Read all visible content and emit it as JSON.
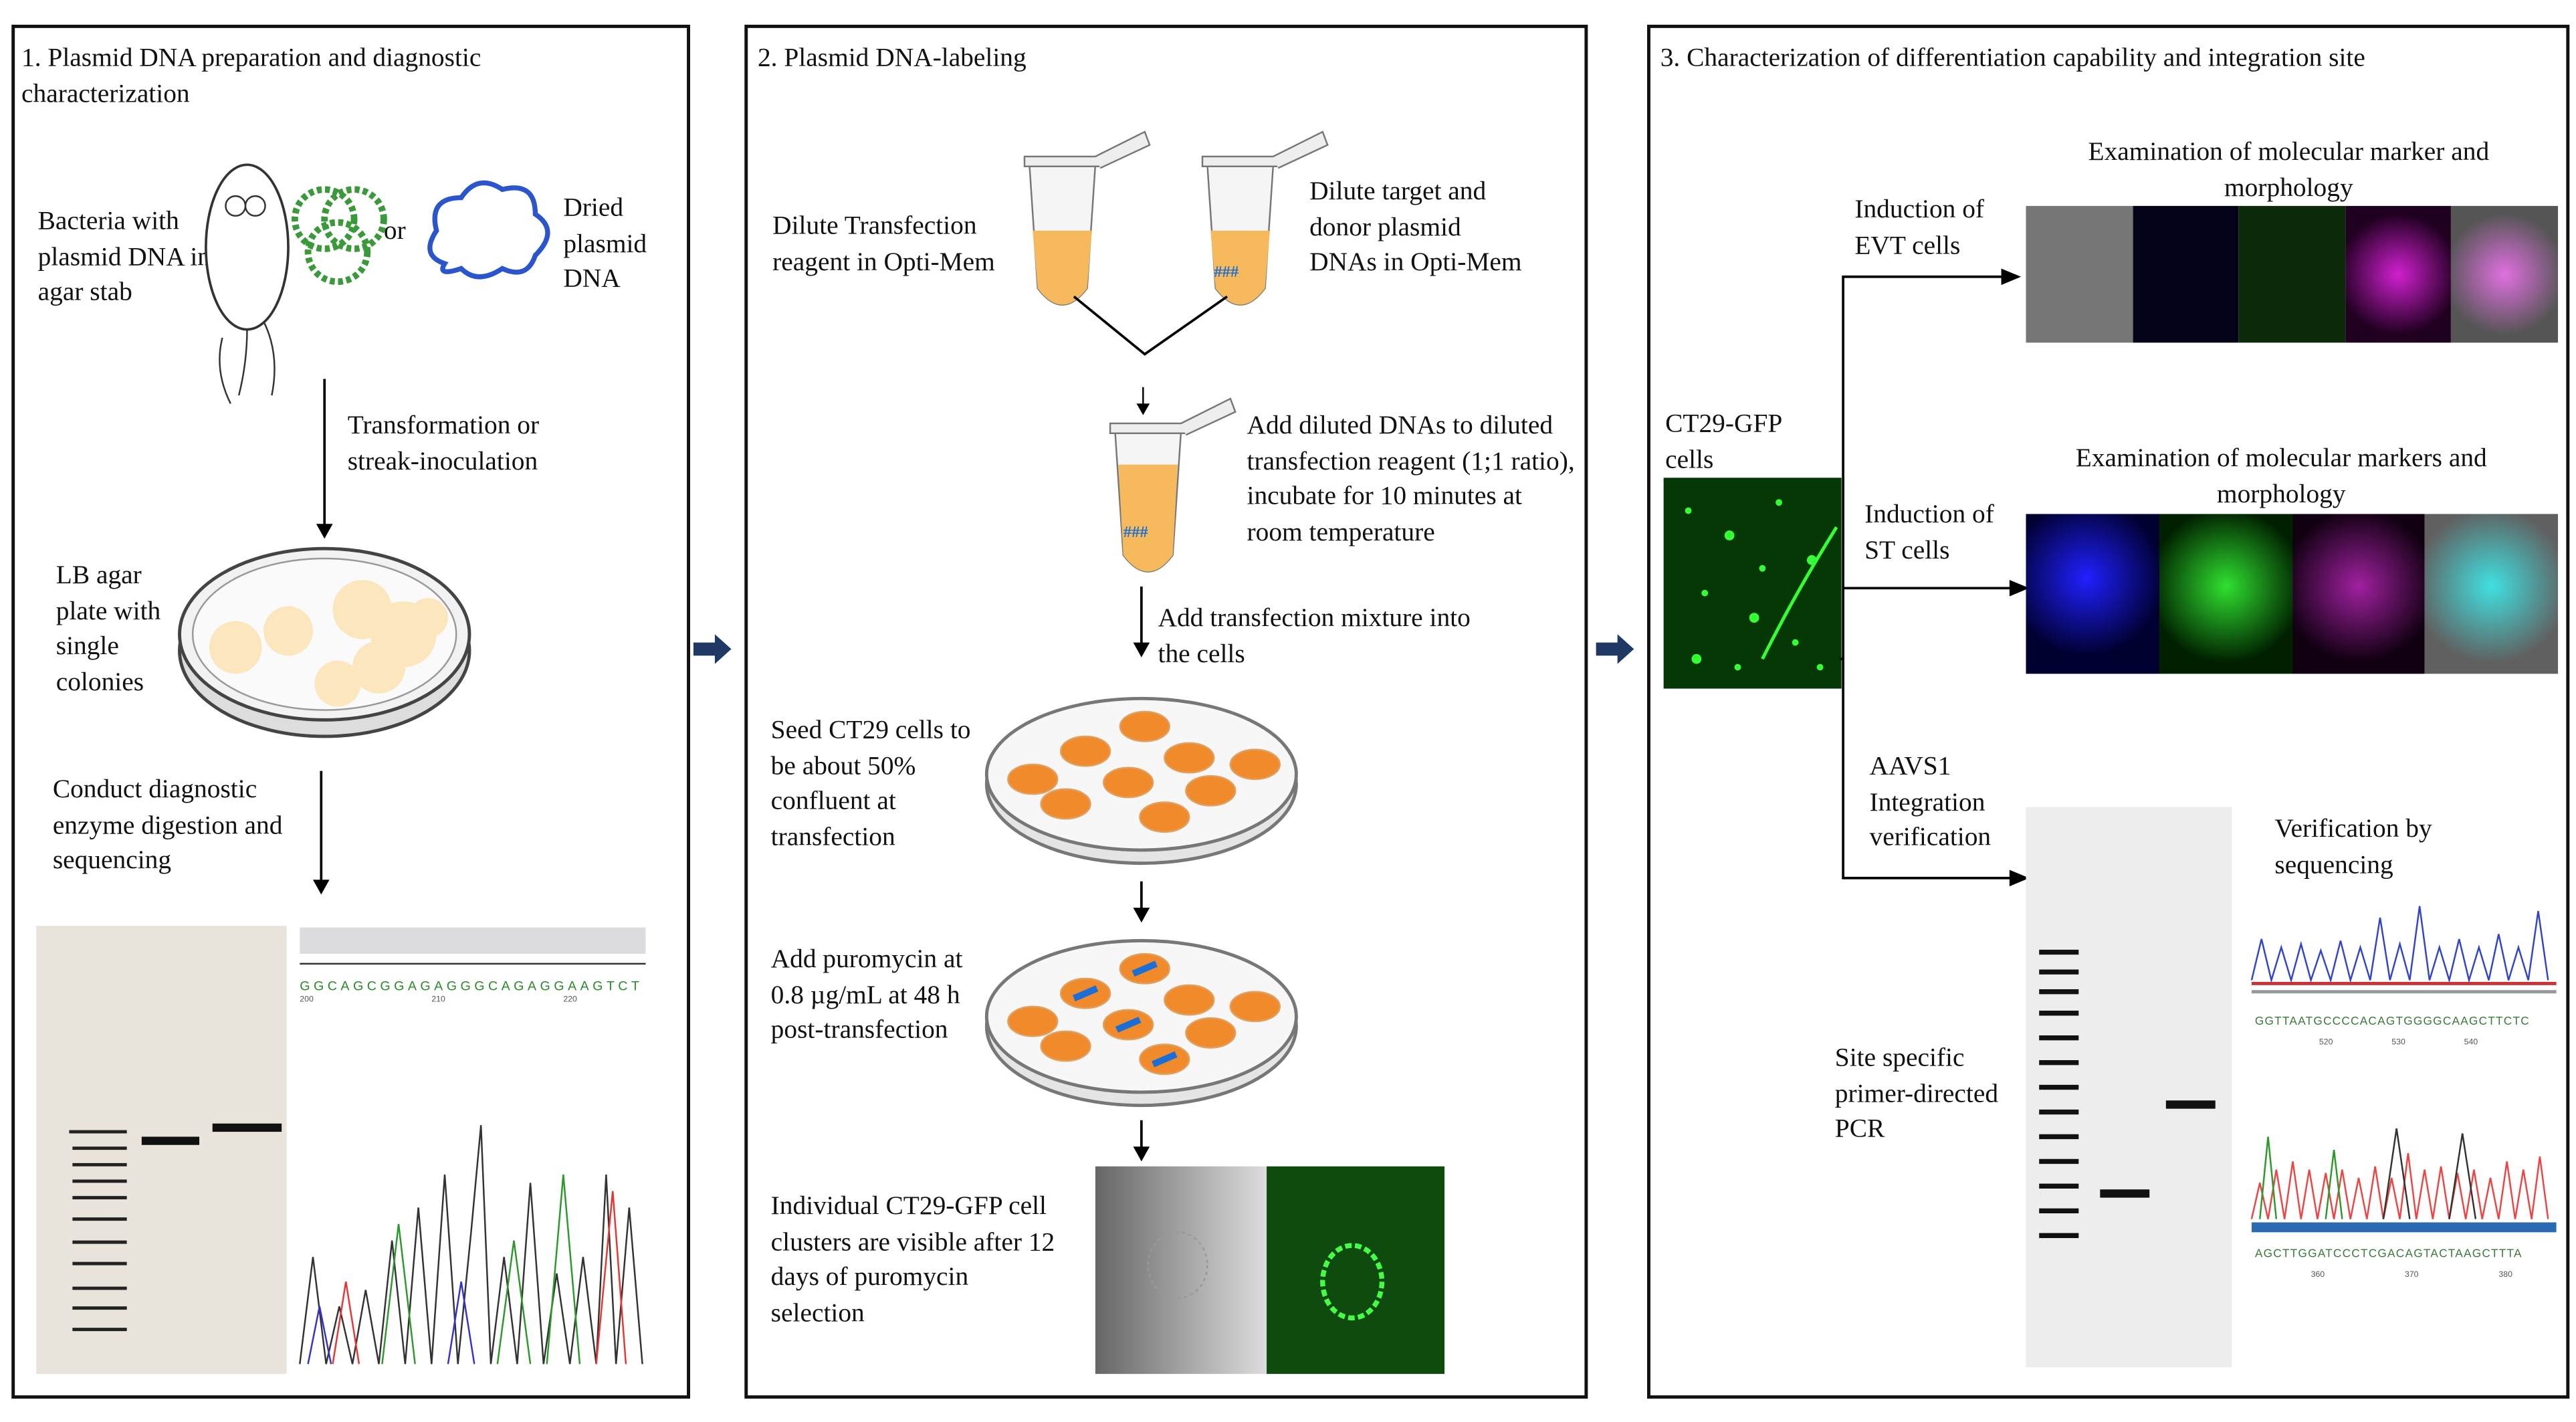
{
  "panel1": {
    "title": "1. Plasmid DNA preparation and diagnostic characterization",
    "bacteria_label": "Bacteria with plasmid DNA in agar stab",
    "or_label": "or",
    "dried_label": "Dried plasmid DNA",
    "transformation_label": "Transformation or streak-inoculation",
    "plate_label": "LB agar plate with single colonies",
    "diagnostic_label": "Conduct diagnostic enzyme digestion and sequencing",
    "sequence": "GGCAGCGGAGAGGGCAGAGGAAGTCT",
    "sequence_numbers": [
      "200",
      "210",
      "220"
    ]
  },
  "panel2": {
    "title": "2. Plasmid DNA-labeling",
    "dilute_reagent": "Dilute Transfection reagent in Opti-Mem",
    "dilute_dna": "Dilute target and donor plasmid DNAs in Opti-Mem",
    "tube_mark": "###",
    "add_dna": "Add diluted DNAs to diluted transfection reagent (1;1 ratio), incubate for 10 minutes at room temperature",
    "add_mixture": "Add transfection mixture into the cells",
    "seed_cells": "Seed CT29 cells to be about 50% confluent at transfection",
    "puromycin": "Add puromycin at 0.8 µg/mL at 48 h post-transfection",
    "clusters": "Individual CT29-GFP cell clusters are visible after 12 days of puromycin selection"
  },
  "panel3": {
    "title": "3. Characterization of differentiation capability and integration site",
    "cells_label": "CT29-GFP cells",
    "evt_label": "Induction of EVT cells",
    "evt_exam": "Examination of molecular marker and morphology",
    "st_label": "Induction of ST cells",
    "st_exam": "Examination of molecular markers and morphology",
    "aavs1_label": "AAVS1 Integration verification",
    "pcr_label": "Site specific primer-directed PCR",
    "seq_label": "Verification by sequencing",
    "sequence1": "GGTTAATGCCCCACAGTGGGGCAAGCTTCTC",
    "sequence1_numbers": [
      "520",
      "530",
      "540"
    ],
    "sequence2": "AGCTTGGATCCCTCGACAGTACTAAGCTTTA",
    "sequence2_numbers": [
      "360",
      "370",
      "380"
    ]
  },
  "colors": {
    "gfp": "#22cc22",
    "dapi": "#1a1aff",
    "marker": "#e020e0",
    "arrow": "#1f3864",
    "colony": "#fbe6bd",
    "cell": "#f08a2a"
  }
}
